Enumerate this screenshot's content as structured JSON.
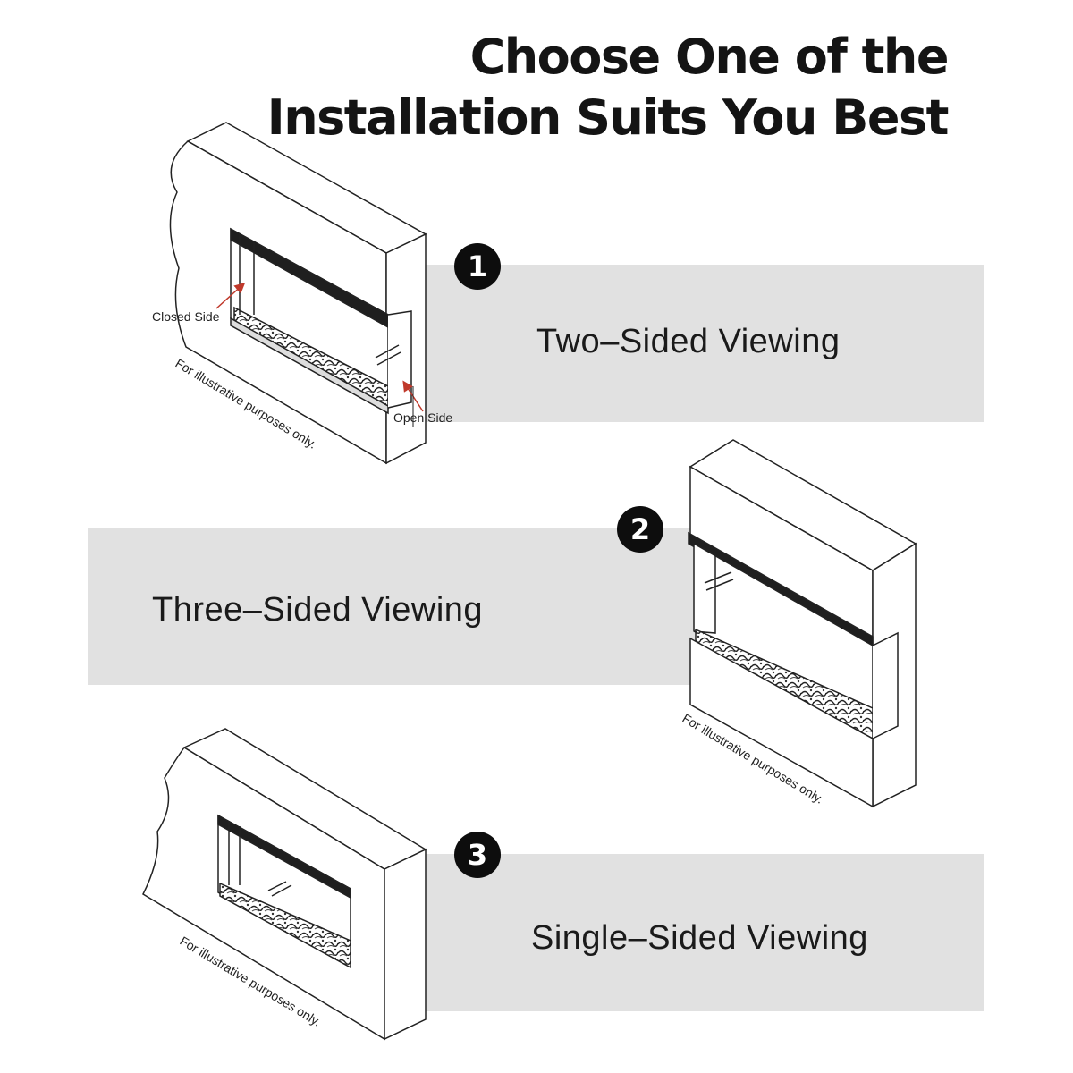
{
  "title": {
    "line1": "Choose One of the",
    "line2": "Installation Suits You Best"
  },
  "options": [
    {
      "number": "1",
      "label": "Two–Sided Viewing"
    },
    {
      "number": "2",
      "label": "Three–Sided Viewing"
    },
    {
      "number": "3",
      "label": "Single–Sided Viewing"
    }
  ],
  "callouts": {
    "closed_side": "Closed Side",
    "open_side": "Open Side"
  },
  "disclaimer": "For illustrative purposes only.",
  "colors": {
    "band": "#e1e1e1",
    "badge": "#0d0d0d",
    "arrow": "#c0392b"
  }
}
